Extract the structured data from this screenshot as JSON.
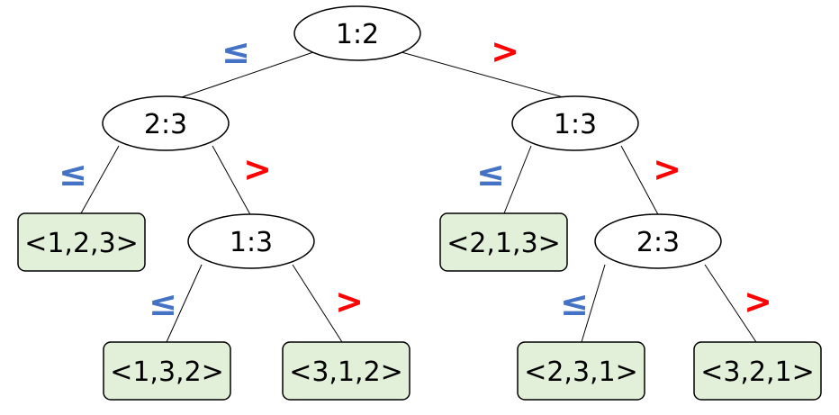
{
  "colors": {
    "le": "#4472c4",
    "gt": "#ff0000",
    "leaf_fill": "#e2f0d9",
    "line": "#000000",
    "node_fill": "#ffffff"
  },
  "edge_labels": {
    "le": "≤",
    "gt": ">"
  },
  "comparisons": {
    "root": "1:2",
    "left": "2:3",
    "right": "1:3",
    "left_right": "1:3",
    "right_right": "2:3"
  },
  "leaves": {
    "l1": "<1,2,3>",
    "l2": "<1,3,2>",
    "l3": "<3,1,2>",
    "r1": "<2,1,3>",
    "r2": "<2,3,1>",
    "r3": "<3,2,1>"
  }
}
